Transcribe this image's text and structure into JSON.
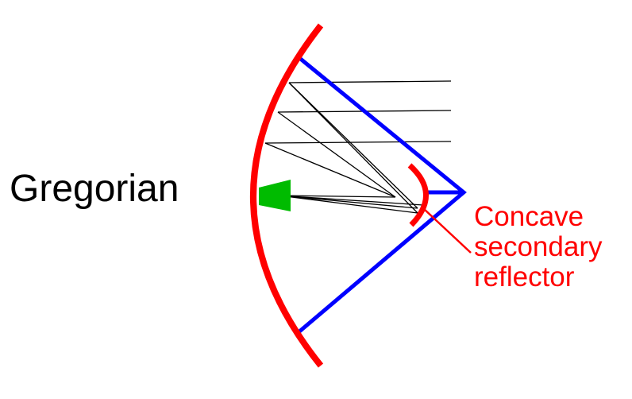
{
  "title": "Gregorian",
  "callout": {
    "lines": [
      "Concave",
      "secondary",
      "reflector"
    ]
  },
  "colors": {
    "primary_reflector": "#ff0000",
    "secondary_reflector": "#ff0000",
    "support_struts": "#0000ff",
    "feed_horn": "#00bb00",
    "rays": "#000000",
    "callout_text": "#ff0000",
    "title_text": "#000000"
  }
}
